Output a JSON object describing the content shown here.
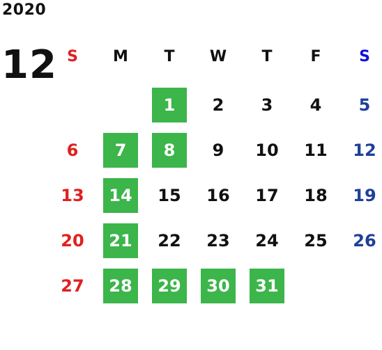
{
  "calendar": {
    "year": "2020",
    "month": "12",
    "weekdays": [
      "S",
      "M",
      "T",
      "W",
      "T",
      "F",
      "S"
    ],
    "first_weekday_index": 2,
    "days": [
      "1",
      "2",
      "3",
      "4",
      "5",
      "6",
      "7",
      "8",
      "9",
      "10",
      "11",
      "12",
      "13",
      "14",
      "15",
      "16",
      "17",
      "18",
      "19",
      "20",
      "21",
      "22",
      "23",
      "24",
      "25",
      "26",
      "27",
      "28",
      "29",
      "30",
      "31"
    ],
    "highlighted_days": [
      "1",
      "7",
      "8",
      "14",
      "21",
      "28",
      "29",
      "30",
      "31"
    ],
    "colors": {
      "highlight": "#3cb54a",
      "sunday": "#e02020",
      "saturday": "#1f3f99",
      "saturday_header": "#1010e0"
    }
  }
}
